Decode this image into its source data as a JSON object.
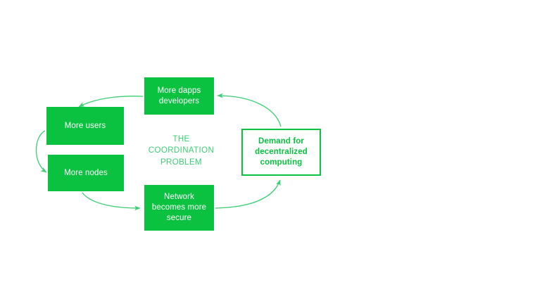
{
  "diagram": {
    "title": "THE\nCOORDINATION\nPROBLEM",
    "center_label_name": "coordination-problem-label",
    "colors": {
      "brand_green": "#0ac140",
      "center_text_green": "#3ace72",
      "node_text_white": "#ffffff",
      "background": "#ffffff",
      "arrow_green": "#3ace72"
    },
    "nodes": [
      {
        "id": "dapps",
        "label": "More dapps\ndevelopers",
        "style": "filled"
      },
      {
        "id": "users",
        "label": "More users",
        "style": "filled"
      },
      {
        "id": "nodes",
        "label": "More nodes",
        "style": "filled"
      },
      {
        "id": "network",
        "label": "Network\nbecomes more\nsecure",
        "style": "filled"
      },
      {
        "id": "demand",
        "label": "Demand for\ndecentralized\ncomputing",
        "style": "outlined"
      }
    ],
    "edges": [
      {
        "from": "dapps",
        "to": "users",
        "name": "arrow-dapps-to-users"
      },
      {
        "from": "users",
        "to": "nodes",
        "name": "arrow-users-to-nodes"
      },
      {
        "from": "nodes",
        "to": "network",
        "name": "arrow-nodes-to-network"
      },
      {
        "from": "network",
        "to": "demand",
        "name": "arrow-network-to-demand"
      },
      {
        "from": "demand",
        "to": "dapps",
        "name": "arrow-demand-to-dapps"
      }
    ]
  }
}
